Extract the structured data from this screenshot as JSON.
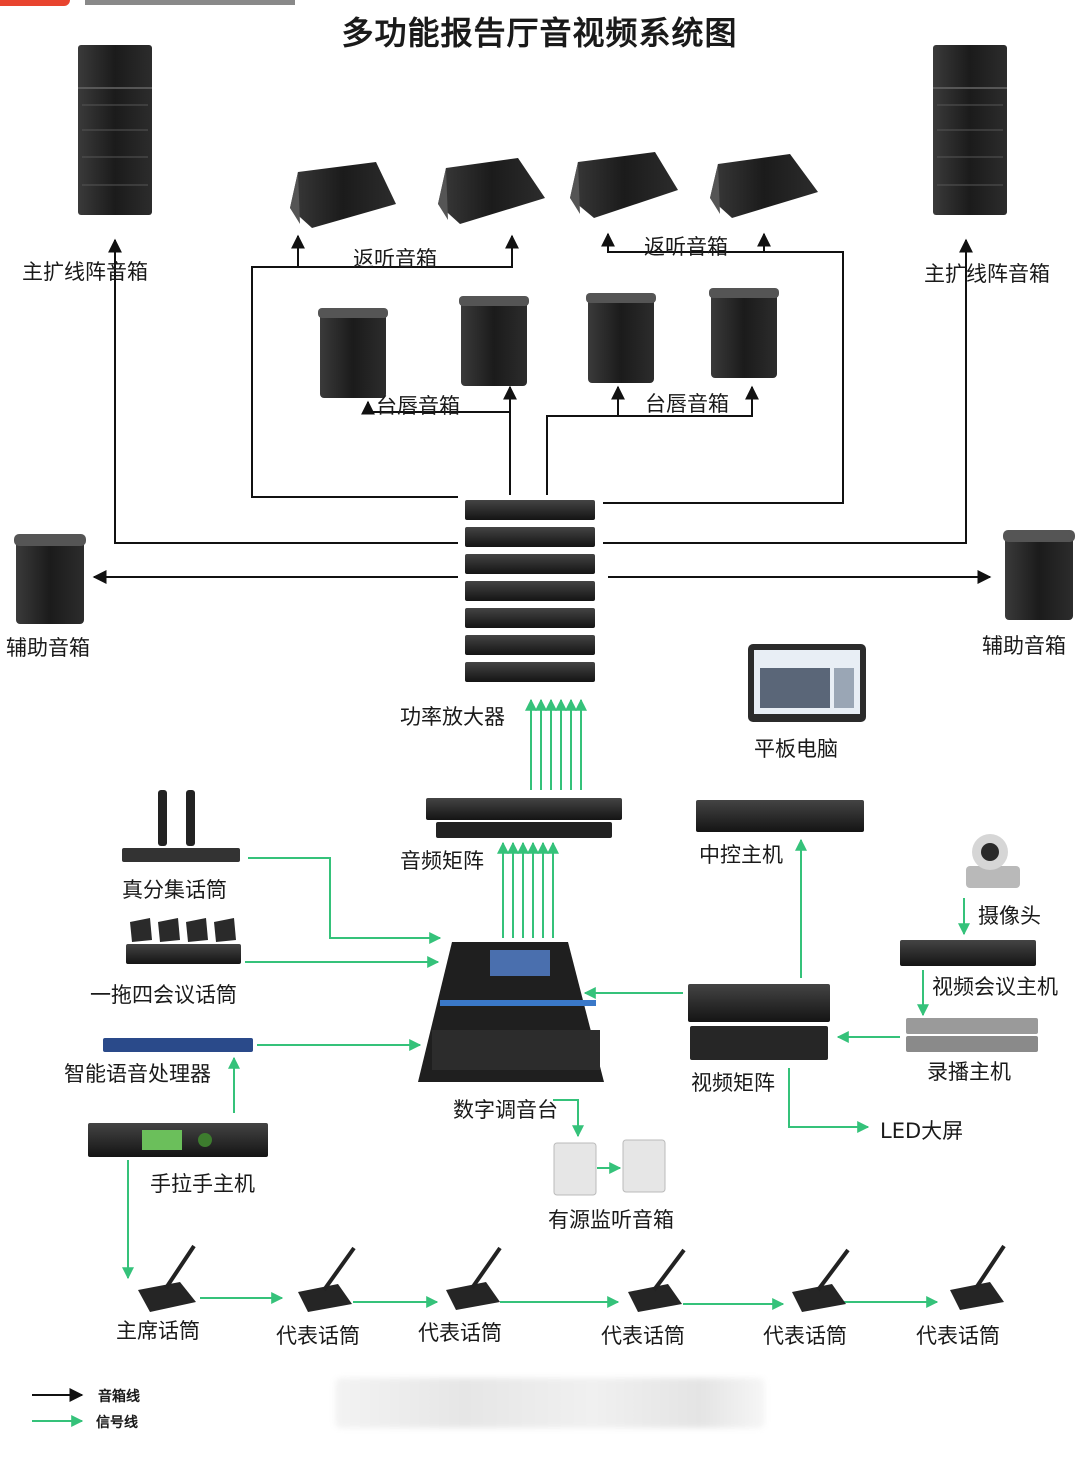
{
  "title": "多功能报告厅音视频系统图",
  "colors": {
    "speaker_line": "#111111",
    "signal_line": "#35c27a",
    "device": "#1c1c1c"
  },
  "labels": {
    "main_line_array_left": "主扩线阵音箱",
    "main_line_array_right": "主扩线阵音箱",
    "monitor_speakers_1": "返听音箱",
    "monitor_speakers_2": "返听音箱",
    "stage_lip_speakers_1": "台唇音箱",
    "stage_lip_speakers_2": "台唇音箱",
    "aux_speaker_left": "辅助音箱",
    "aux_speaker_right": "辅助音箱",
    "power_amplifier": "功率放大器",
    "tablet": "平板电脑",
    "audio_matrix": "音频矩阵",
    "central_control": "中控主机",
    "true_diversity_mic": "真分集话筒",
    "one_to_four_mic": "一拖四会议话筒",
    "camera": "摄像头",
    "video_conference_host": "视频会议主机",
    "smart_voice_processor": "智能语音处理器",
    "video_matrix": "视频矩阵",
    "recording_host": "录播主机",
    "digital_mixer": "数字调音台",
    "led_screen": "LED大屏",
    "hand_in_hand_host": "手拉手主机",
    "active_monitor": "有源监听音箱",
    "chairman_mic": "主席话筒",
    "delegate_mic_1": "代表话筒",
    "delegate_mic_2": "代表话筒",
    "delegate_mic_3": "代表话筒",
    "delegate_mic_4": "代表话筒",
    "delegate_mic_5": "代表话筒"
  },
  "legend": {
    "speaker_line": "音箱线",
    "signal_line": "信号线"
  }
}
